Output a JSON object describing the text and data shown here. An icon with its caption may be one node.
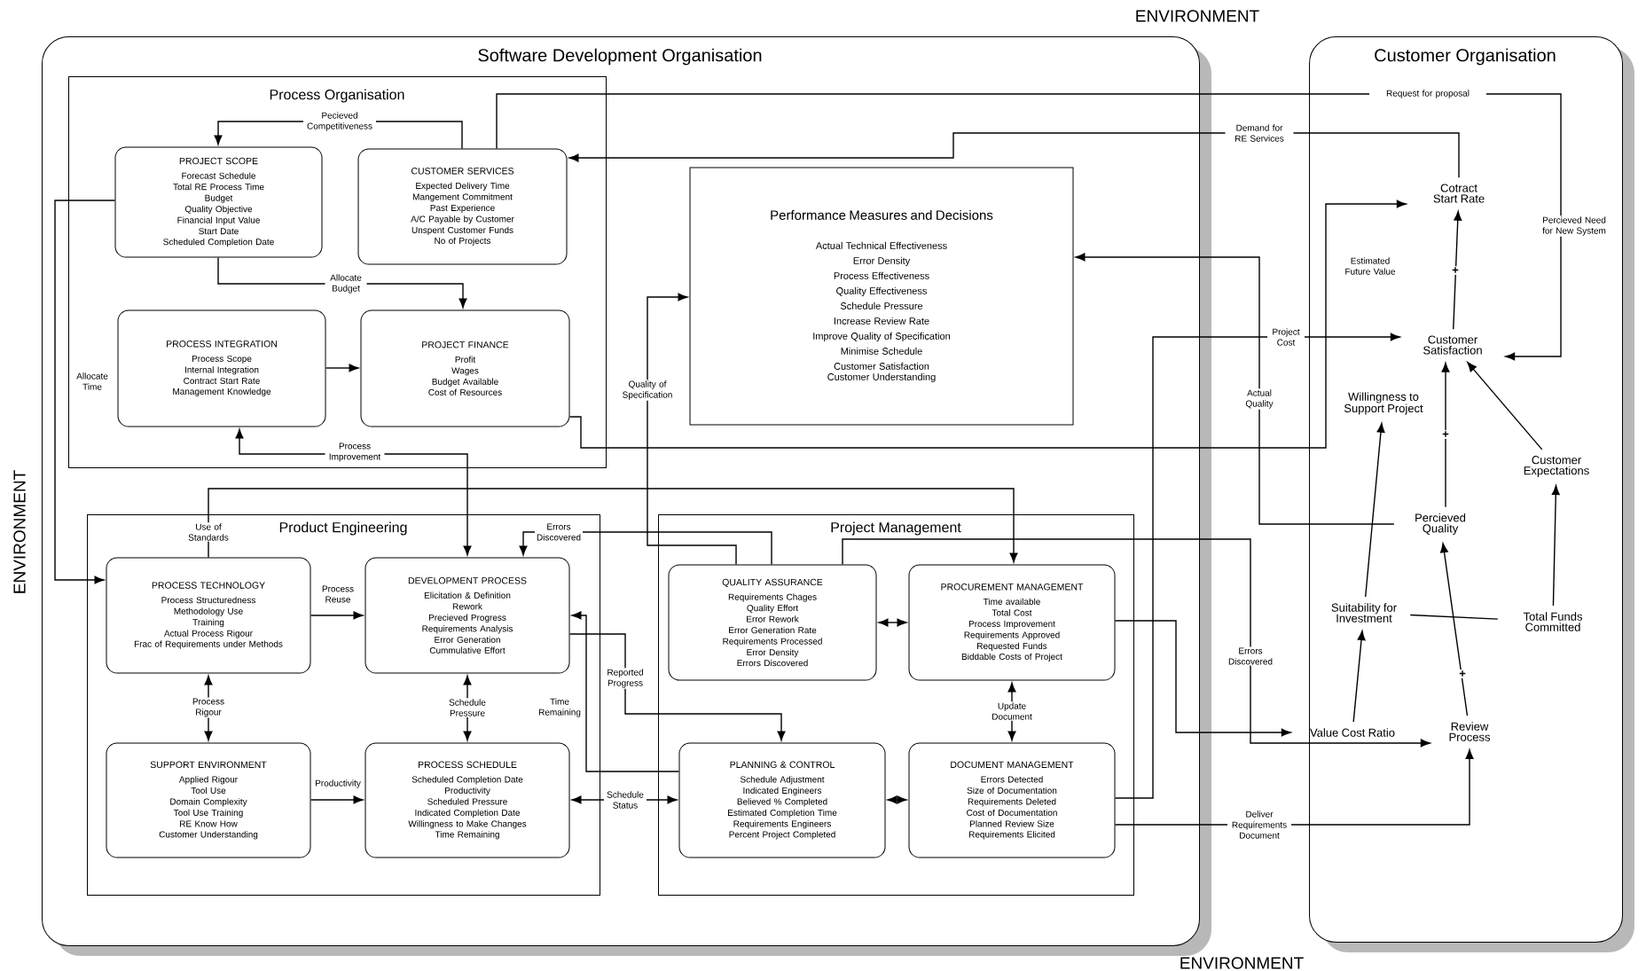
{
  "diagram": {
    "nodes": [
      {
        "text": [
          "Software Development Organisation"
        ]
      },
      {
        "text": [
          "Process Organisation"
        ],
        "in": 0
      },
      {
        "text": [
          "PROJECT SCOPE",
          "Forecast Schedule",
          "Total RE Process Time",
          "Budget",
          "Quality Objective",
          "Financial Input Value",
          "Start Date",
          "Scheduled Completion Date"
        ],
        "in": 1
      },
      {
        "text": [
          "CUSTOMER SERVICES",
          "Expected Delivery Time",
          "Mangement Commitment",
          "Past Experience",
          "A/C Payable by Customer",
          "Unspent Customer Funds",
          "No of Projects"
        ],
        "in": 1
      },
      {
        "text": [
          "PROCESS INTEGRATION",
          "Process Scope",
          "Internal Integration",
          "Contract Start Rate",
          "Management Knowledge"
        ],
        "in": 1
      },
      {
        "text": [
          "PROJECT FINANCE",
          "Profit",
          "Wages",
          "Budget Available",
          "Cost of Resources"
        ],
        "in": 1
      },
      {
        "text": [
          "Performance Measures and Decisions",
          "Actual Technical Effectiveness",
          "Error Density",
          "Process Effectiveness",
          "Quality Effectiveness",
          "Schedule Pressure",
          "Increase Review Rate",
          "Improve Quality of Specification",
          "Minimise Schedule",
          "Customer Satisfaction",
          "Customer Understanding"
        ],
        "in": 0
      },
      {
        "text": [
          "Product Engineering"
        ],
        "in": 0
      },
      {
        "text": [
          "PROCESS TECHNOLOGY",
          "Process Structuredness",
          "Methodology Use",
          "Training",
          "Actual Process Rigour",
          "Frac of Requirements under Methods"
        ],
        "in": 7
      },
      {
        "text": [
          "DEVELOPMENT PROCESS",
          "Elicitation & Definition",
          "Rework",
          "Precieved Progress",
          "Requirements Analysis",
          "Error Generation",
          "Cummulative Effort"
        ],
        "in": 7
      },
      {
        "text": [
          "SUPPORT ENVIRONMENT",
          "Applied Rigour",
          "Tool Use",
          "Domain Complexity",
          "Tool Use Training",
          "RE Know How",
          "Customer Understanding"
        ],
        "in": 7
      },
      {
        "text": [
          "PROCESS SCHEDULE",
          "Scheduled Completion Date",
          "Productivity",
          "Scheduled Pressure",
          "Indicated Completion Date",
          "Willingness to Make Changes",
          "Time Remaining"
        ],
        "in": 7
      },
      {
        "text": [
          "Project Management"
        ],
        "in": 0
      },
      {
        "text": [
          "QUALITY ASSURANCE",
          "Requirements Chages",
          "Quality Effort",
          "Error Rework",
          "Error Generation Rate",
          "Requirements Processed",
          "Error Density",
          "Errors Discovered"
        ],
        "in": 12
      },
      {
        "text": [
          "PROCUREMENT MANAGEMENT",
          "Time available",
          "Total Cost",
          "Process Improvement",
          "Requirements Approved",
          "Requested Funds",
          "Biddable Costs of Project"
        ],
        "in": 12
      },
      {
        "text": [
          "PLANNING & CONTROL",
          "Schedule Adjustment",
          "Indicated Engineers",
          "Believed % Completed",
          "Estimated Completion Time",
          "Requirements Engineers",
          "Percent Project Completed"
        ],
        "in": 12
      },
      {
        "text": [
          "DOCUMENT MANAGEMENT",
          "Errors Detected",
          "Size of Documentation",
          "Requirements Deleted",
          "Cost of Documentation",
          "Planned Review Size",
          "Requirements Elicited"
        ],
        "in": 12
      },
      {
        "text": [
          "Customer Organisation"
        ]
      },
      {
        "text": [
          "Cotract Start Rate"
        ],
        "in": 17
      },
      {
        "text": [
          "Customer Satisfaction"
        ],
        "in": 17
      },
      {
        "text": [
          "Willingness to Support Project"
        ],
        "in": 17
      },
      {
        "text": [
          "Customer Expectations"
        ],
        "in": 17
      },
      {
        "text": [
          "Percieved Quality"
        ],
        "in": 17
      },
      {
        "text": [
          "Suitability for Investment"
        ],
        "in": 17
      },
      {
        "text": [
          "Total Funds Committed"
        ],
        "in": 17
      },
      {
        "text": [
          "Value Cost Ratio"
        ],
        "in": 17
      },
      {
        "text": [
          "Review Process"
        ],
        "in": 17
      }
    ],
    "edges": [
      {
        "from": 3,
        "to": 2,
        "arrow": "to",
        "label": "Pecieved Competitiveness"
      },
      {
        "from": 3,
        "to": 19,
        "arrow": "to",
        "label": "Request for proposal"
      },
      {
        "from": 18,
        "to": 3,
        "arrow": "to",
        "label": "Demand for RE Services"
      },
      {
        "from": 2,
        "to": 5,
        "arrow": "to",
        "label": "Allocate Budget"
      },
      {
        "from": 4,
        "to": 5,
        "arrow": "to"
      },
      {
        "from": 4,
        "to": 9,
        "arrow": "both",
        "label": "Process Improvement"
      },
      {
        "from": 2,
        "to": 8,
        "arrow": "to",
        "label": "Allocate Time"
      },
      {
        "from": 8,
        "to": 14,
        "arrow": "to",
        "label": "Use of Standards"
      },
      {
        "from": 8,
        "to": 9,
        "arrow": "to",
        "label": "Process Reuse"
      },
      {
        "from": 8,
        "to": 10,
        "arrow": "both",
        "label": "Process Rigour"
      },
      {
        "from": 9,
        "to": 11,
        "arrow": "both",
        "label": "Schedule Pressure"
      },
      {
        "from": 10,
        "to": 11,
        "arrow": "to",
        "label": "Productivity"
      },
      {
        "from": 13,
        "to": 9,
        "arrow": "to",
        "label": "Errors Discovered"
      },
      {
        "from": 9,
        "to": 15,
        "arrow": "to",
        "label": "Reported Progress"
      },
      {
        "from": 15,
        "to": 9,
        "arrow": "to",
        "label": "Time Remaining"
      },
      {
        "from": 15,
        "to": 11,
        "arrow": "both",
        "label": "Schedule Status"
      },
      {
        "from": 13,
        "to": 14,
        "arrow": "both"
      },
      {
        "from": 15,
        "to": 16,
        "arrow": "both"
      },
      {
        "from": 14,
        "to": 16,
        "arrow": "both",
        "label": "Update Document"
      },
      {
        "from": 13,
        "to": 6,
        "arrow": "to",
        "label": "Quality of Specification"
      },
      {
        "from": 5,
        "to": 18,
        "arrow": "to",
        "label": "Estimated Future Value"
      },
      {
        "from": 16,
        "to": 19,
        "arrow": "to",
        "label": "Project Cost"
      },
      {
        "from": 16,
        "to": 26,
        "arrow": "to",
        "label": "Deliver Requirements Document"
      },
      {
        "from": 22,
        "to": 6,
        "arrow": "to",
        "label": "Actual Quality"
      },
      {
        "from": 13,
        "to": 26,
        "arrow": "to",
        "label": "Errors Discovered"
      },
      {
        "from": 14,
        "to": 25,
        "arrow": "to"
      },
      {
        "from": 25,
        "to": 23,
        "arrow": "to"
      },
      {
        "from": 23,
        "to": 20,
        "arrow": "to"
      },
      {
        "from": 24,
        "to": 23,
        "arrow": "none"
      },
      {
        "from": 24,
        "to": 21,
        "arrow": "to"
      },
      {
        "from": 21,
        "to": 19,
        "arrow": "to"
      },
      {
        "from": 22,
        "to": 19,
        "arrow": "to",
        "label": "+"
      },
      {
        "from": 26,
        "to": 22,
        "arrow": "to",
        "label": "+"
      },
      {
        "from": 19,
        "to": 18,
        "arrow": "to",
        "label": "+"
      }
    ],
    "labels": [
      "ENVIRONMENT",
      "Percieved Need for New System",
      "ENVIRONMENT",
      "ENVIRONMENT"
    ]
  }
}
